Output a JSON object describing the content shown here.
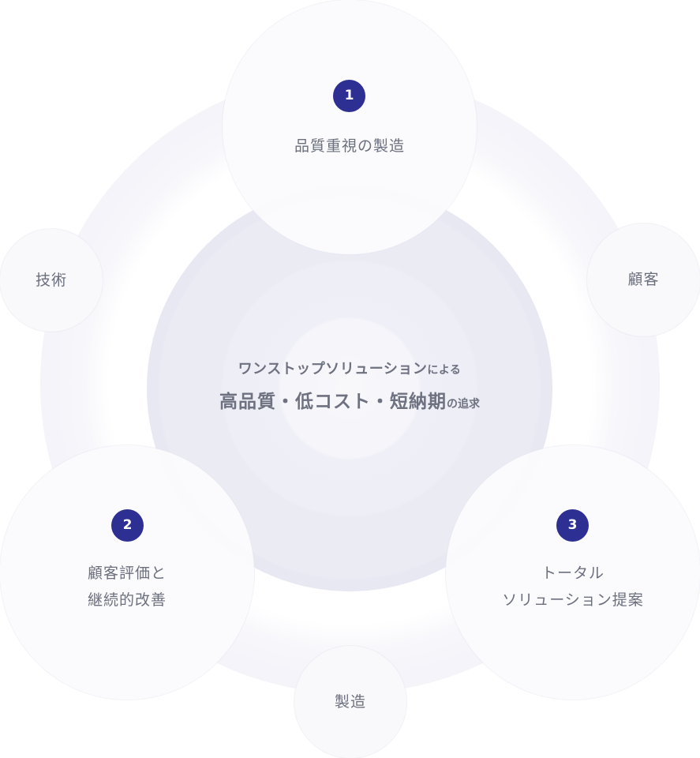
{
  "center": {
    "line1_main": "ワンストップソリューション",
    "line1_suffix": "による",
    "line2_main": "高品質・低コスト・短納期",
    "line2_suffix": "の追求"
  },
  "pillars": [
    {
      "number": "1",
      "label_lines": [
        "品質重視の製造"
      ]
    },
    {
      "number": "2",
      "label_lines": [
        "顧客評価と",
        "継続的改善"
      ]
    },
    {
      "number": "3",
      "label_lines": [
        "トータル",
        "ソリューション提案"
      ]
    }
  ],
  "satellites": {
    "left": "技術",
    "right": "顧客",
    "bottom": "製造"
  },
  "colors": {
    "badge": "#2e2f93",
    "text": "#6b6f7e"
  }
}
